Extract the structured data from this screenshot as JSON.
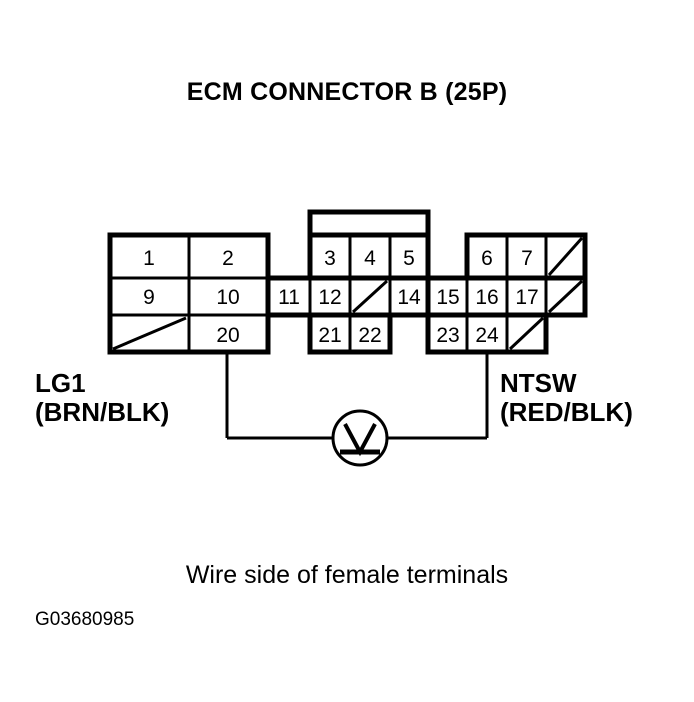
{
  "title": "ECM CONNECTOR B (25P)",
  "caption": "Wire side of female terminals",
  "figure_id": "G03680985",
  "colors": {
    "ink": "#000000",
    "background": "#ffffff"
  },
  "connector": {
    "name": "ECM Connector B",
    "pin_count": "25P",
    "blocks": [
      {
        "id": "left-block",
        "rows": [
          [
            {
              "label": "1"
            },
            {
              "label": "2"
            }
          ],
          [
            {
              "label": "9"
            },
            {
              "label": "10"
            }
          ],
          [
            {
              "label": "",
              "blank": true
            },
            {
              "label": "20"
            }
          ]
        ]
      },
      {
        "id": "middle-block",
        "rows": [
          [
            {
              "label": "3"
            },
            {
              "label": "4"
            },
            {
              "label": "5"
            }
          ],
          [
            {
              "label": "11"
            },
            {
              "label": "12"
            },
            {
              "label": "",
              "blank": true
            },
            {
              "label": "14"
            }
          ],
          [
            {
              "label": "21"
            },
            {
              "label": "22"
            }
          ]
        ]
      },
      {
        "id": "right-block",
        "rows": [
          [
            {
              "label": "6"
            },
            {
              "label": "7"
            },
            {
              "label": "",
              "blank": true
            }
          ],
          [
            {
              "label": "15"
            },
            {
              "label": "16"
            },
            {
              "label": "17"
            },
            {
              "label": "",
              "blank": true
            }
          ],
          [
            {
              "label": "23"
            },
            {
              "label": "24"
            },
            {
              "label": "",
              "blank": true
            }
          ]
        ]
      }
    ]
  },
  "probes": [
    {
      "id": "left-probe",
      "signal": "LG1",
      "wire_color": "(BRN/BLK)",
      "pin": "20"
    },
    {
      "id": "right-probe",
      "signal": "NTSW",
      "wire_color": "(RED/BLK)",
      "pin": "24"
    }
  ],
  "meter": {
    "type": "voltmeter",
    "symbol": "V"
  },
  "pins": {
    "p1": "1",
    "p2": "2",
    "p3": "3",
    "p4": "4",
    "p5": "5",
    "p6": "6",
    "p7": "7",
    "p9": "9",
    "p10": "10",
    "p11": "11",
    "p12": "12",
    "p14": "14",
    "p15": "15",
    "p16": "16",
    "p17": "17",
    "p20": "20",
    "p21": "21",
    "p22": "22",
    "p23": "23",
    "p24": "24"
  }
}
